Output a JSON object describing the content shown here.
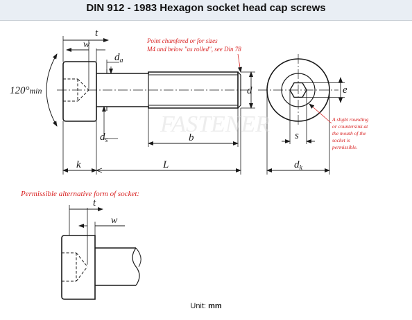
{
  "header": {
    "title": "DIN 912 - 1983 Hexagon socket head cap screws"
  },
  "labels": {
    "t": "t",
    "w": "w",
    "da": "d",
    "da_sub": "a",
    "d": "d",
    "angle": "120°",
    "angle_suffix": "min",
    "ds": "d",
    "ds_sub": "s",
    "b": "b",
    "k": "k",
    "L": "L",
    "e": "e",
    "s": "s",
    "dk": "d",
    "dk_sub": "k",
    "t2": "t",
    "w2": "w"
  },
  "notes": {
    "chamfer_line1": "Point chamfered or for sizes",
    "chamfer_line2": "M4 and below \"as rolled\", see Din 78",
    "rounding_lines": [
      "A slight rounding",
      "or countersink at",
      "the mouth of the",
      "socket is",
      "permissible."
    ],
    "alt_socket": "Permissible alternative form of socket:"
  },
  "footer": {
    "unit_label": "Unit:",
    "unit_value": "mm"
  },
  "colors": {
    "note_red": "#d81e1e",
    "line": "#1a1a1a",
    "header_bg": "#e9eef4"
  }
}
